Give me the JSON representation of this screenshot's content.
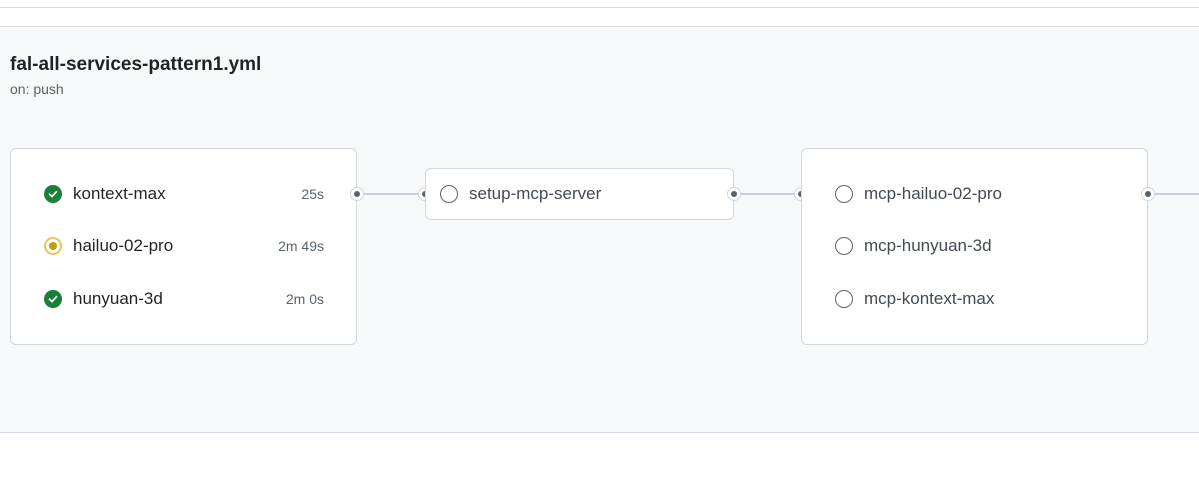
{
  "workflow": {
    "file_name": "fal-all-services-pattern1.yml",
    "trigger": "on: push"
  },
  "groups": [
    {
      "jobs": [
        {
          "name": "kontext-max",
          "duration": "25s",
          "status": "success"
        },
        {
          "name": "hailuo-02-pro",
          "duration": "2m 49s",
          "status": "in-progress"
        },
        {
          "name": "hunyuan-3d",
          "duration": "2m 0s",
          "status": "success"
        }
      ]
    },
    {
      "jobs": [
        {
          "name": "setup-mcp-server",
          "duration": "",
          "status": "queued"
        }
      ]
    },
    {
      "jobs": [
        {
          "name": "mcp-hailuo-02-pro",
          "duration": "",
          "status": "queued"
        },
        {
          "name": "mcp-hunyuan-3d",
          "duration": "",
          "status": "queued"
        },
        {
          "name": "mcp-kontext-max",
          "duration": "",
          "status": "queued"
        }
      ]
    }
  ],
  "colors": {
    "success": "#1a7f37",
    "in_progress": "#c59b10",
    "queued": "#59636e",
    "connector": "#c7d1db"
  }
}
